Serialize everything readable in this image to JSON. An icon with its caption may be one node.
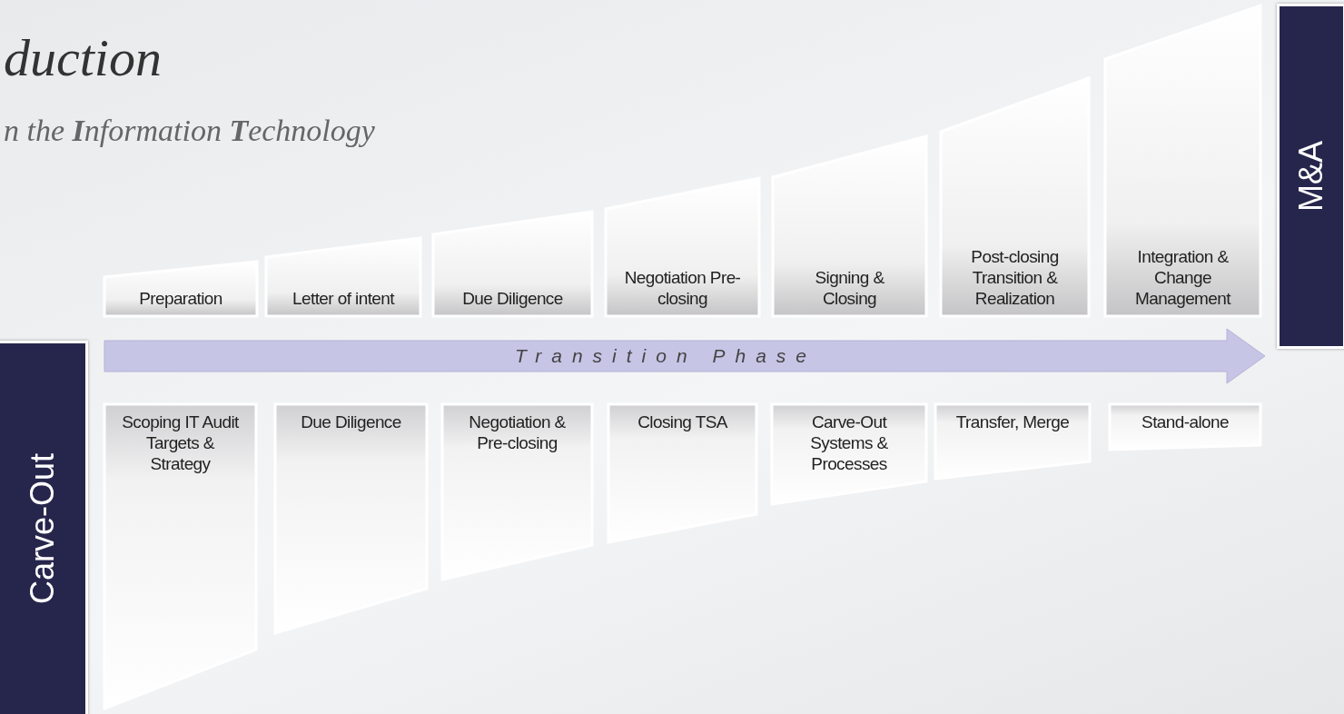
{
  "diagram": {
    "title": "duction",
    "nodes": [
      {
        "text": [
          "Preparation"
        ]
      },
      {
        "text": [
          "Letter of intent"
        ]
      },
      {
        "text": [
          "Due Diligence"
        ]
      },
      {
        "text": [
          "Negotiation Pre-closing"
        ]
      },
      {
        "text": [
          "Signing & Closing"
        ]
      },
      {
        "text": [
          "Post-closing Transition & Realization"
        ]
      },
      {
        "text": [
          "Integration & Change Management"
        ]
      },
      {
        "text": [
          "M&A"
        ]
      },
      {
        "text": [
          "Carve-Out"
        ]
      },
      {
        "text": [
          "Transition Phase"
        ]
      },
      {
        "text": [
          "Scoping IT Audit Targets & Strategy"
        ]
      },
      {
        "text": [
          "Due Diligence"
        ]
      },
      {
        "text": [
          "Negotiation & Pre-closing"
        ]
      },
      {
        "text": [
          "Closing TSA"
        ]
      },
      {
        "text": [
          "Carve-Out Systems & Processes"
        ]
      },
      {
        "text": [
          "Transfer, Merge"
        ]
      },
      {
        "text": [
          "Stand-alone"
        ]
      }
    ],
    "labels": [
      "n the **I**nformation **T**echnology"
    ]
  }
}
